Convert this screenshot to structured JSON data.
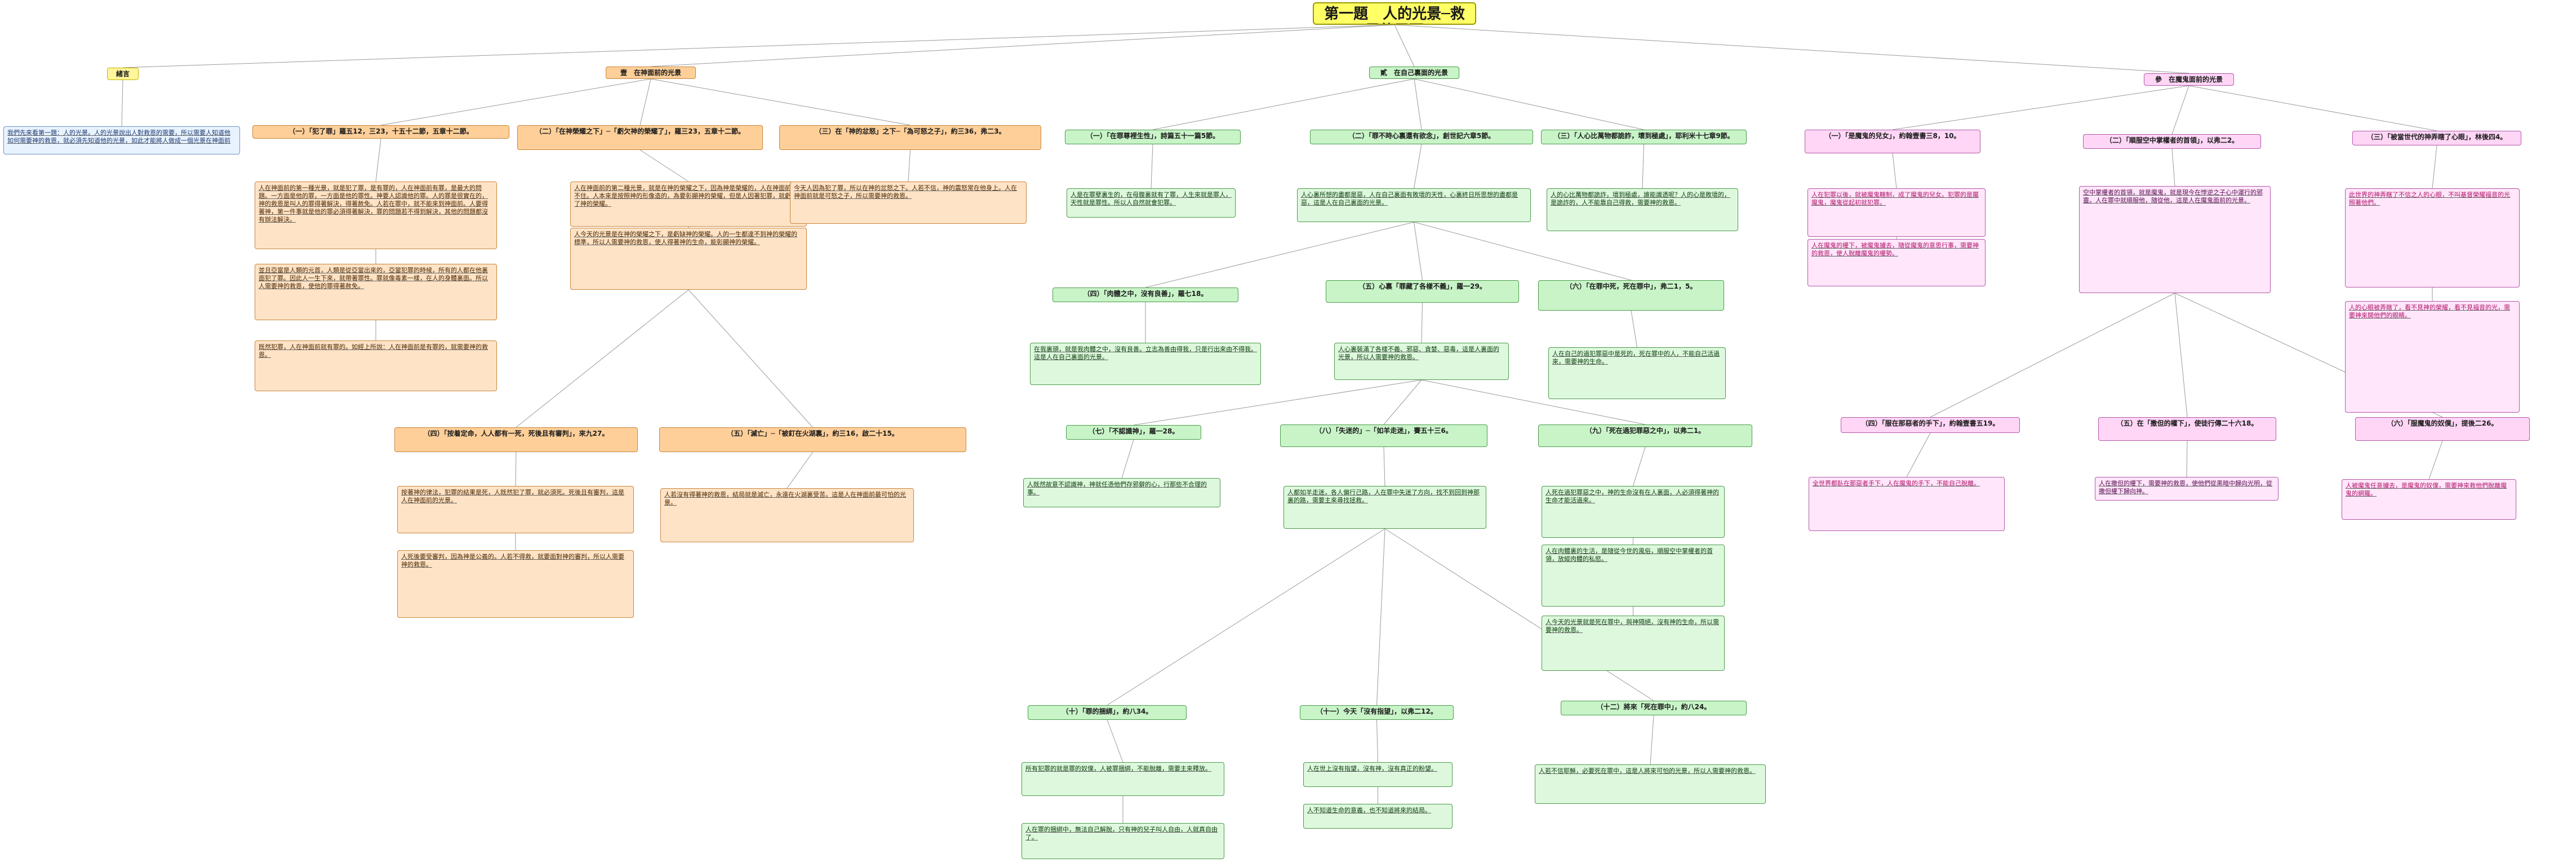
{
  "title": "第一題　人的光景─救恩的需要",
  "colors": {
    "title_bg": "#ffff66",
    "intro": "#fff59a",
    "section_a": "#ffcf99",
    "section_b": "#c8f4c8",
    "section_c": "#ffd6f6",
    "line": "#9a9a9a"
  },
  "intro": {
    "label": "緒言",
    "text": "我們先來看第一題：人的光景。人的光景說出人對救恩的需要，所以需要人知道他如何需要神的救恩，就必須先知道他的光景，如此才能將人做成一個光景在神面前"
  },
  "sec_a": {
    "label": "壹　在神面前的光景",
    "n1": {
      "label": "（一）「犯了罪」羅五12，三23，十五十二節，五章十二節。",
      "t1": "人在神面前的第一種光景，就是犯了罪，是有罪的，人在神面前有罪，是最大的問題。一方面是他的罪，一方面是他的罪性。神要人認識他的罪。人的罪是很實在的，神的救恩是叫人的罪得著解決，得著赦免。人若在罪中，就不能來到神面前。人要得著神，第一件事就是他的罪必須得著解決，罪的問題若不得到解決，其他的問題都沒有辦法解決。",
      "t2": "並且亞當是人類的元首，人類是從亞當出來的，亞當犯罪的時候，所有的人都在他裏面犯了罪。因此人一生下來，就帶著罪性。罪就像毒素一樣，在人的身體裏面。所以人需要神的救恩，使他的罪得著赦免。",
      "t3": "既然犯罪，人在神面前就有罪的。如經上所說：人在神面前是有罪的，就需要神的救恩。"
    },
    "n2": {
      "label": "（二）「在神榮耀之下」─「虧欠神的榮耀了」，羅三23，五章十二節。",
      "t1": "人在神面前的第二種光景，就是在神的榮耀之下，因為神是榮耀的，人在神面前站不住。人本來是按照神的形像造的，為要彰顯神的榮耀，但是人因著犯罪，就虧欠了神的榮耀。",
      "t2": "人今天的光景是在神的榮耀之下，是虧缺神的榮耀。人的一生都達不到神的榮耀的標準，所以人需要神的救恩，使人得著神的生命，能彰顯神的榮耀。"
    },
    "n3": {
      "label": "（三）在「神的忿怒」之下─「為可怒之子」，約三36，弗二3。",
      "t1": "今天人因為犯了罪，所以在神的忿怒之下。人若不信，神的震怒常在他身上。人在神面前就是可怒之子，所以需要神的救恩。"
    },
    "n4": {
      "label": "（四）「按着定命，人人都有一死，死後且有審判」，來九27。",
      "t1": "按著神的律法，犯罪的結果是死，人既然犯了罪，就必須死。死後且有審判，這是人在神面前的光景。",
      "t2": "人死後要受審判，因為神是公義的。人若不得救，就要面對神的審判，所以人需要神的救恩。"
    },
    "n5": {
      "label": "（五）「滅亡」─「被釘在火湖裏」，約三16，啟二十15。",
      "t1": "人若沒有得著神的救恩，結局就是滅亡，永遠在火湖裏受苦。這是人在神面前最可怕的光景。"
    }
  },
  "sec_b": {
    "label": "貳　在自己裏面的光景",
    "n1": {
      "label": "（一）「在罪尊裡生性」，詩篇五十一篇5節。",
      "t1": "人是在罪孽裏生的，在母腹裏就有了罪，人生來就是罪人，天性就是罪性。所以人自然就會犯罪。"
    },
    "n2": {
      "label": "（二）「罪不時心裏還有欲念」，創世記六章5節。",
      "t1": "人心裏所想的盡都是惡，人在自己裏面有敗壞的天性，心裏終日所思想的盡都是惡，這是人在自己裏面的光景。"
    },
    "n3": {
      "label": "（三）「人心比萬物都詭詐，壞到極處」，耶利米十七章9節。",
      "t1": "人的心比萬物都詭詐，壞到極處，誰能識透呢？人的心是敗壞的，是詭詐的，人不能靠自己得救，需要神的救恩。"
    },
    "n4": {
      "label": "（四）「肉體之中，沒有良善」，羅七18。",
      "t1": "在我裏頭，就是我肉體之中，沒有良善。立志為善由得我，只是行出來由不得我。這是人在自己裏面的光景。"
    },
    "n5": {
      "label": "（五）心裏「罪藏了各樣不義」，羅一29。",
      "t1": "人心裏裝滿了各樣不義、邪惡、貪婪、惡毒，這是人裏面的光景，所以人需要神的救恩。"
    },
    "n6": {
      "label": "（六）「在罪中死，死在罪中」，弗二1，5。",
      "t1": "人在自己的過犯罪惡中是死的，死在罪中的人，不能自己活過來，需要神的生命。"
    },
    "n7": {
      "label": "（七）「不認識神」，羅一28。",
      "t1": "人既然故意不認識神，神就任憑他們存邪僻的心，行那些不合理的事。"
    },
    "n8": {
      "label": "（八）「失迷的」─「如羊走迷」，賽五十三6。",
      "t1": "人都如羊走迷，各人偏行己路，人在罪中失迷了方向，找不到回到神那裏的路，需要主來尋找拯救。"
    },
    "n9": {
      "label": "（九）「死在過犯罪惡之中」，以弗二1。",
      "t1": "人死在過犯罪惡之中，神的生命沒有在人裏面，人必須得著神的生命才能活過來。",
      "t2": "人在肉體裏的生活，是隨從今世的風俗，順服空中掌權者的首領，放縱肉體的私慾。",
      "t3": "人今天的光景就是死在罪中，與神隔絕，沒有神的生命，所以需要神的救恩。"
    },
    "n10": {
      "label": "（十）「罪的捆綁」，約八34。",
      "t1": "所有犯罪的就是罪的奴僕，人被罪捆綁，不能脫離，需要主來釋放。",
      "t2": "人在罪的捆綁中，無法自己解脫，只有神的兒子叫人自由，人就真自由了。"
    },
    "n11": {
      "label": "（十一）今天「沒有指望」，以弗二12。",
      "t1": "人在世上沒有指望，沒有神，沒有真正的盼望。",
      "t2": "人不知道生命的意義，也不知道將來的結局。"
    },
    "n12": {
      "label": "（十二）將來「死在罪中」，約八24。",
      "t1": "人若不信耶穌，必要死在罪中，這是人將來可怕的光景，所以人需要神的救恩。"
    }
  },
  "sec_c": {
    "label": "參　在魔鬼面前的光景",
    "n1": {
      "label": "（一）「是魔鬼的兒女」，約翰壹書三8，10。",
      "t1": "人在犯罪以後，就被魔鬼轄制，成了魔鬼的兒女。犯罪的是屬魔鬼，魔鬼從起初就犯罪。",
      "t2": "人在魔鬼的權下，被魔鬼擄去，隨從魔鬼的意思行事，需要神的救恩，使人脫離魔鬼的權勢。"
    },
    "n2": {
      "label": "（二）「順服空中掌權者的首領」，以弗二2。",
      "t1": "空中掌權者的首領，就是魔鬼，就是現今在悖逆之子心中運行的邪靈。人在罪中就順服他，隨從他，這是人在魔鬼面前的光景。"
    },
    "n3": {
      "label": "（三）「被當世代的神弄瞎了心眼」，林後四4。",
      "t1": "此世界的神弄瞎了不信之人的心眼，不叫基督榮耀福音的光照著他們。",
      "t2": "人的心眼被弄瞎了，看不見神的榮耀，看不見福音的光，需要神來開他們的眼睛。"
    },
    "n4": {
      "label": "（四）「服在那惡者的手下」，約翰壹書五19。",
      "t1": "全世界都臥在那惡者手下，人在魔鬼的手下，不能自己脫離。"
    },
    "n5": {
      "label": "（五）在「撒但的權下」，使徒行傳二十六18。",
      "t1": "人在撒但的權下，需要神的救恩，使他們從黑暗中歸向光明，從撒但權下歸向神。"
    },
    "n6": {
      "label": "（六）「服魔鬼的奴僕」，提後二26。",
      "t1": "人被魔鬼任意擄去，是魔鬼的奴僕，需要神來救他們脫離魔鬼的網羅。"
    }
  }
}
